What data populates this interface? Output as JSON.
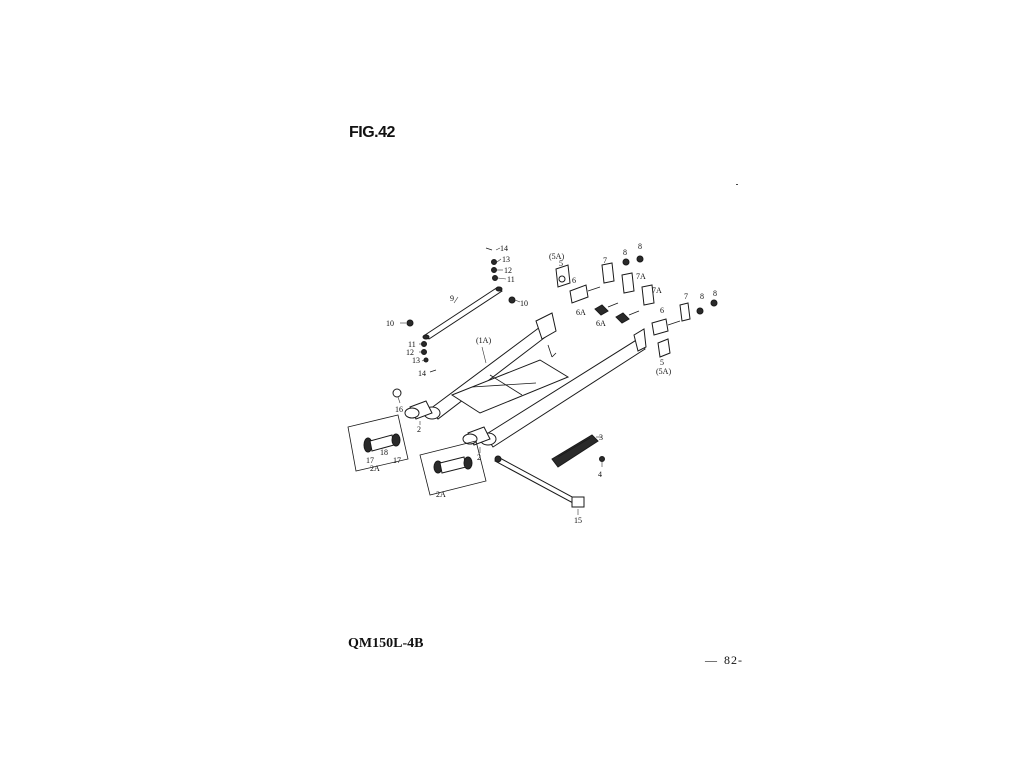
{
  "page": {
    "figure_label": "FIG.42",
    "model": "QM150L-4B",
    "page_dash": "—",
    "page_number": "82-"
  },
  "diagram": {
    "callouts": {
      "c14a": "14",
      "c13a": "13",
      "c12a": "12",
      "c11a": "11",
      "c9": "9",
      "c10a": "10",
      "c10b": "10",
      "c11b": "11",
      "c12b": "12",
      "c13b": "13",
      "c14b": "14",
      "c1a": "(1A)",
      "c16": "16",
      "c2a": "2",
      "c2b": "2",
      "c17a": "17",
      "c18": "18",
      "c17b": "17",
      "c2A_a": "2A",
      "c2A_b": "2A",
      "c5A_top": "(5A)",
      "c5_top": "5",
      "c6_top": "6",
      "c6A_a": "6A",
      "c6A_b": "6A",
      "c7_top": "7",
      "c7A_a": "7A",
      "c7A_b": "7A",
      "c8_a": "8",
      "c8_b": "8",
      "c8_c": "8",
      "c7_right": "7",
      "c6_right": "6",
      "c5_bottom": "5",
      "c5A_bottom": "(5A)",
      "c3": "3",
      "c4": "4",
      "c15": "15"
    }
  }
}
